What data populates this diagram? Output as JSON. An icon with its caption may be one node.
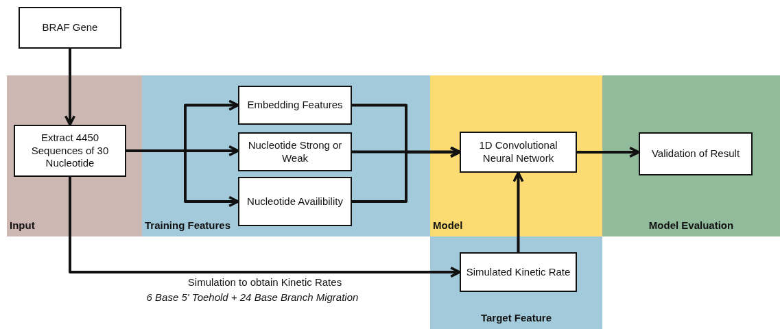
{
  "diagram": {
    "nodes": [
      {
        "text": [
          "BRAF Gene"
        ]
      },
      {
        "text": [
          "Input"
        ]
      },
      {
        "text": [
          "Extract 4450 Sequences of 30 Nucleotide"
        ],
        "in": 1
      },
      {
        "text": [
          "Training Features"
        ]
      },
      {
        "text": [
          "Embedding Features"
        ],
        "in": 3
      },
      {
        "text": [
          "Nucleotide Strong or Weak"
        ],
        "in": 3
      },
      {
        "text": [
          "Nucleotide Availibility"
        ],
        "in": 3
      },
      {
        "text": [
          "Model"
        ]
      },
      {
        "text": [
          "1D Convolutional Neural Network"
        ],
        "in": 7
      },
      {
        "text": [
          "Model Evaluation"
        ]
      },
      {
        "text": [
          "Validation of Result"
        ],
        "in": 9
      },
      {
        "text": [
          "Target Feature"
        ]
      },
      {
        "text": [
          "Simulated Kinetic Rate"
        ],
        "in": 11
      }
    ],
    "edges": [
      {
        "from": 0,
        "to": 2,
        "arrow": "to"
      },
      {
        "from": 2,
        "to": 4,
        "arrow": "to"
      },
      {
        "from": 2,
        "to": 5,
        "arrow": "to"
      },
      {
        "from": 2,
        "to": 6,
        "arrow": "to"
      },
      {
        "from": 4,
        "to": 8,
        "arrow": "to"
      },
      {
        "from": 5,
        "to": 8,
        "arrow": "to"
      },
      {
        "from": 6,
        "to": 8,
        "arrow": "to"
      },
      {
        "from": 8,
        "to": 10,
        "arrow": "to"
      },
      {
        "from": 12,
        "to": 8,
        "arrow": "to"
      },
      {
        "from": 2,
        "to": 12,
        "arrow": "to",
        "label": "Simulation to obtain Kinetic Rates"
      }
    ],
    "labels": [
      "6 Base 5' Toehold + 24 Base Branch Migration"
    ]
  }
}
